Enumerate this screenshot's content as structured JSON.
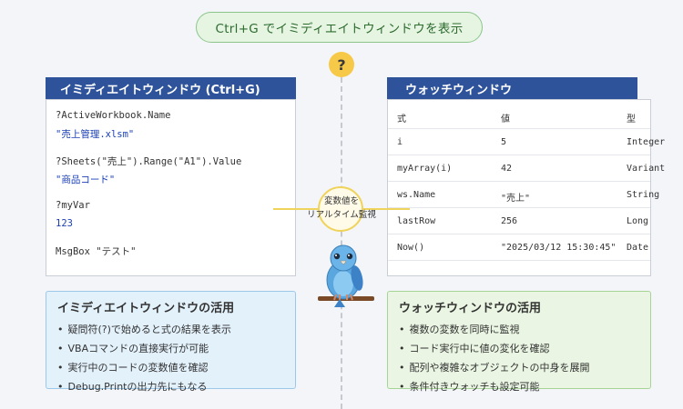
{
  "banner": "Ctrl+G でイミディエイトウィンドウを表示",
  "center_badge": "?",
  "immediate": {
    "title": "イミディエイトウィンドウ (Ctrl+G)",
    "lines": [
      {
        "kind": "cmd",
        "text": "?ActiveWorkbook.Name"
      },
      {
        "kind": "res",
        "text": "\"売上管理.xlsm\""
      },
      {
        "kind": "cmd",
        "text": "?Sheets(\"売上\").Range(\"A1\").Value"
      },
      {
        "kind": "res",
        "text": "\"商品コード\""
      },
      {
        "kind": "cmd",
        "text": "?myVar"
      },
      {
        "kind": "res",
        "text": "123"
      },
      {
        "kind": "cmd",
        "text": "MsgBox \"テスト\""
      }
    ]
  },
  "watch": {
    "title": "ウォッチウィンドウ",
    "headers": [
      "式",
      "値",
      "型"
    ],
    "rows": [
      [
        "i",
        "5",
        "Integer"
      ],
      [
        "myArray(i)",
        "42",
        "Variant"
      ],
      [
        "ws.Name",
        "\"売上\"",
        "String"
      ],
      [
        "lastRow",
        "256",
        "Long"
      ],
      [
        "Now()",
        "\"2025/03/12 15:30:45\"",
        "Date"
      ]
    ]
  },
  "monitor": {
    "line1": "変数値を",
    "line2": "リアルタイム監視"
  },
  "immediate_usage": {
    "title": "イミディエイトウィンドウの活用",
    "items": [
      "疑問符(?)で始めると式の結果を表示",
      "VBAコマンドの直接実行が可能",
      "実行中のコードの変数値を確認",
      "Debug.Printの出力先にもなる"
    ]
  },
  "watch_usage": {
    "title": "ウォッチウィンドウの活用",
    "items": [
      "複数の変数を同時に監視",
      "コード実行中に値の変化を確認",
      "配列や複雑なオブジェクトの中身を展開",
      "条件付きウォッチも設定可能"
    ]
  },
  "colors": {
    "header": "#2f539b",
    "result_text": "#1a3fb4",
    "banner_bg": "#e6f5e2",
    "accent_yellow": "#f7c948"
  }
}
